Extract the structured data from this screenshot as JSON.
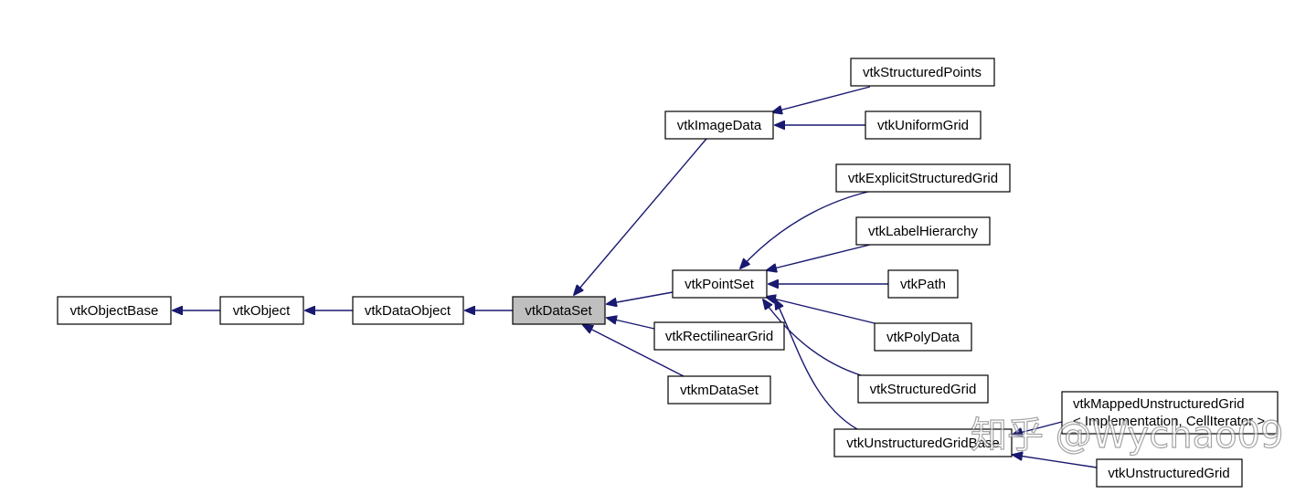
{
  "diagram": {
    "nodes": {
      "vtkObjectBase": "vtkObjectBase",
      "vtkObject": "vtkObject",
      "vtkDataObject": "vtkDataObject",
      "vtkDataSet": "vtkDataSet",
      "vtkImageData": "vtkImageData",
      "vtkStructuredPoints": "vtkStructuredPoints",
      "vtkUniformGrid": "vtkUniformGrid",
      "vtkPointSet": "vtkPointSet",
      "vtkExplicitStructuredGrid": "vtkExplicitStructuredGrid",
      "vtkLabelHierarchy": "vtkLabelHierarchy",
      "vtkPath": "vtkPath",
      "vtkPolyData": "vtkPolyData",
      "vtkStructuredGrid": "vtkStructuredGrid",
      "vtkUnstructuredGridBase": "vtkUnstructuredGridBase",
      "vtkMappedUnstructuredGrid_line1": "vtkMappedUnstructuredGrid",
      "vtkMappedUnstructuredGrid_line2": "< Implementation, CellIterator >",
      "vtkUnstructuredGrid": "vtkUnstructuredGrid",
      "vtkRectilinearGrid": "vtkRectilinearGrid",
      "vtkmDataSet": "vtkmDataSet"
    },
    "highlighted_node": "vtkDataSet",
    "edge_color": "#191970",
    "highlight_color": "#bfbfbf"
  },
  "watermark": {
    "text": "知乎 @Wychao09"
  }
}
